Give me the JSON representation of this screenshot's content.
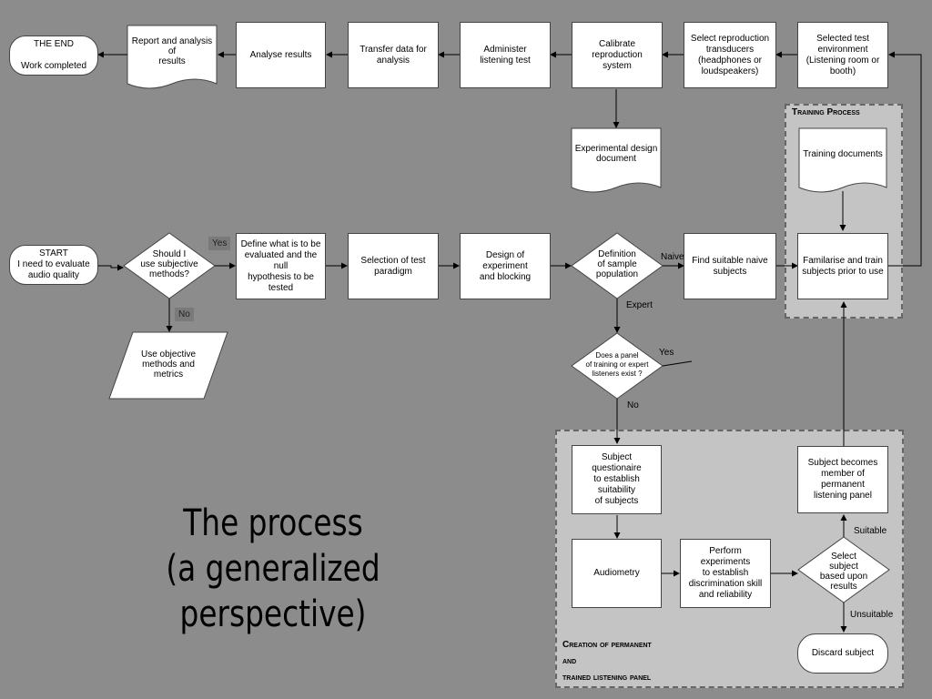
{
  "title": "The process\n(a generalized perspective)",
  "groups": {
    "training": "Training Process",
    "panel": "Creation of permanent\nand\ntrained listening panel"
  },
  "nodes": {
    "end": "THE END\n\nWork completed",
    "report": "Report and analysis of\nresults",
    "analyse": "Analyse results",
    "transfer": "Transfer data for\nanalysis",
    "administer": "Administer\nlistening test",
    "calibrate": "Calibrate reproduction\nsystem",
    "select_repro": "Select reproduction\ntransducers\n(headphones or\nloudspeakers)",
    "selected_env": "Selected test\nenvironment\n(Listening room or\nbooth)",
    "exp_design_doc": "Experimental design\ndocument",
    "training_docs": "Training documents",
    "start": "START\nI need to evaluate\naudio quality",
    "should_use": "Should I\nuse subjective\nmethods?",
    "define": "Define what is to be\nevaluated and the null\nhypothesis to be\ntested",
    "selection_paradigm": "Selection of test\nparadigm",
    "design_blocking": "Design of experiment\nand blocking",
    "definition_pop": "Definition\nof sample\npopulation",
    "find_naive": "Find suitable naive\nsubjects",
    "familiarise": "Familarise and train\nsubjects prior to use",
    "use_objective": "Use objective\nmethods and\nmetrics",
    "panel_exists": "Does a panel\nof training or expert\nlisteners exist ?",
    "questionnaire": "Subject questionaire\nto establish suitability\nof subjects",
    "audiometry": "Audiometry",
    "perform_exp": "Perform experiments\nto establish\ndiscrimination skill\nand reliability",
    "select_subject": "Select\nsubject\nbased upon\nresults",
    "becomes_member": "Subject becomes\nmember of permanent\nlistening panel",
    "discard": "Discard subject"
  },
  "edge_labels": {
    "yes1": "Yes",
    "no1": "No",
    "naive": "Naive",
    "expert": "Expert",
    "yes2": "Yes",
    "no2": "No",
    "suitable": "Suitable",
    "unsuitable": "Unsuitable"
  }
}
